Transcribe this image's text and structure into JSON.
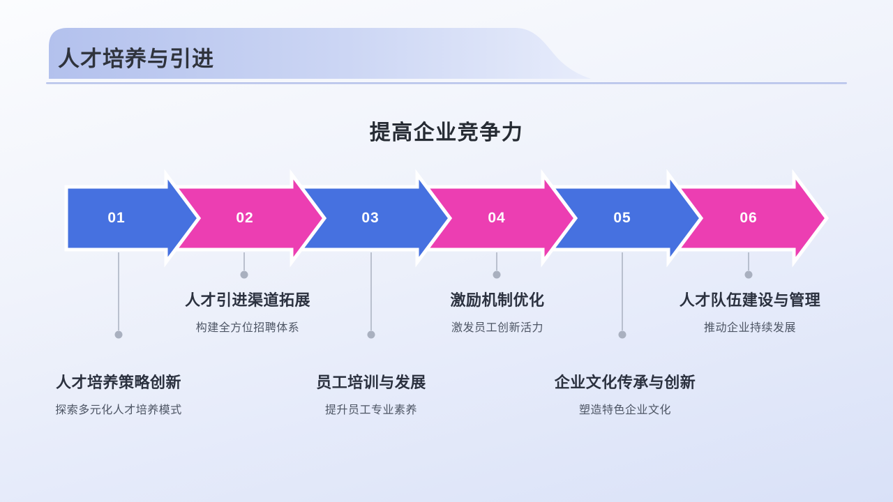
{
  "slide": {
    "header": {
      "title": "人才培养与引进"
    },
    "heading": "提高企业竞争力",
    "colors": {
      "arrow_blue": "#4671e0",
      "arrow_pink": "#ec3eb2",
      "banner_left": "#b3c1ed",
      "banner_mid": "#ccd6f4",
      "banner_right": "#e7ecfb",
      "divider": "#b6c2ea",
      "connector": "#a9b0bf",
      "title_text": "#2b313f",
      "subtitle_text": "#4d5564"
    },
    "steps": [
      {
        "number": "01",
        "title": "人才培养策略创新",
        "subtitle": "探索多元化人才培养模式",
        "callout_position": "bottom"
      },
      {
        "number": "02",
        "title": "人才引进渠道拓展",
        "subtitle": "构建全方位招聘体系",
        "callout_position": "top"
      },
      {
        "number": "03",
        "title": "员工培训与发展",
        "subtitle": "提升员工专业素养",
        "callout_position": "bottom"
      },
      {
        "number": "04",
        "title": "激励机制优化",
        "subtitle": "激发员工创新活力",
        "callout_position": "top"
      },
      {
        "number": "05",
        "title": "企业文化传承与创新",
        "subtitle": "塑造特色企业文化",
        "callout_position": "bottom"
      },
      {
        "number": "06",
        "title": "人才队伍建设与管理",
        "subtitle": "推动企业持续发展",
        "callout_position": "top"
      }
    ]
  }
}
